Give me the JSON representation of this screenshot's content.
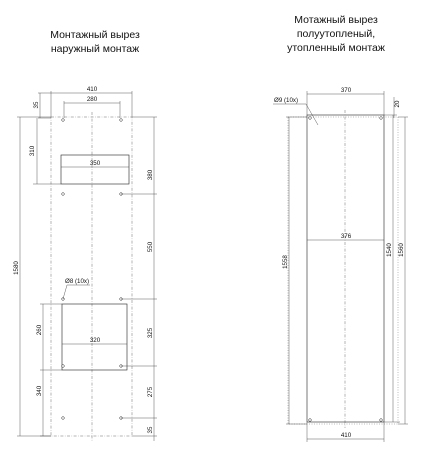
{
  "titles": {
    "left": "Монтажный вырез\nнаружный монтаж",
    "right": "Мотажный вырез\nполуутопленый,\nутопленный монтаж"
  },
  "left_dims": {
    "w410": "410",
    "w280": "280",
    "t35": "35",
    "h310": "310",
    "w350": "350",
    "h380": "380",
    "h1580": "1580",
    "h550": "550",
    "hole": "Ø8 (10x)",
    "h260": "260",
    "w320": "320",
    "h325": "325",
    "h340": "340",
    "h275": "275",
    "b35": "35"
  },
  "right_dims": {
    "hole": "Ø9 (10x)",
    "w370": "370",
    "t20": "20",
    "w376": "376",
    "h1558": "1558",
    "h1540": "1540",
    "h1560": "1560",
    "w410": "410"
  }
}
